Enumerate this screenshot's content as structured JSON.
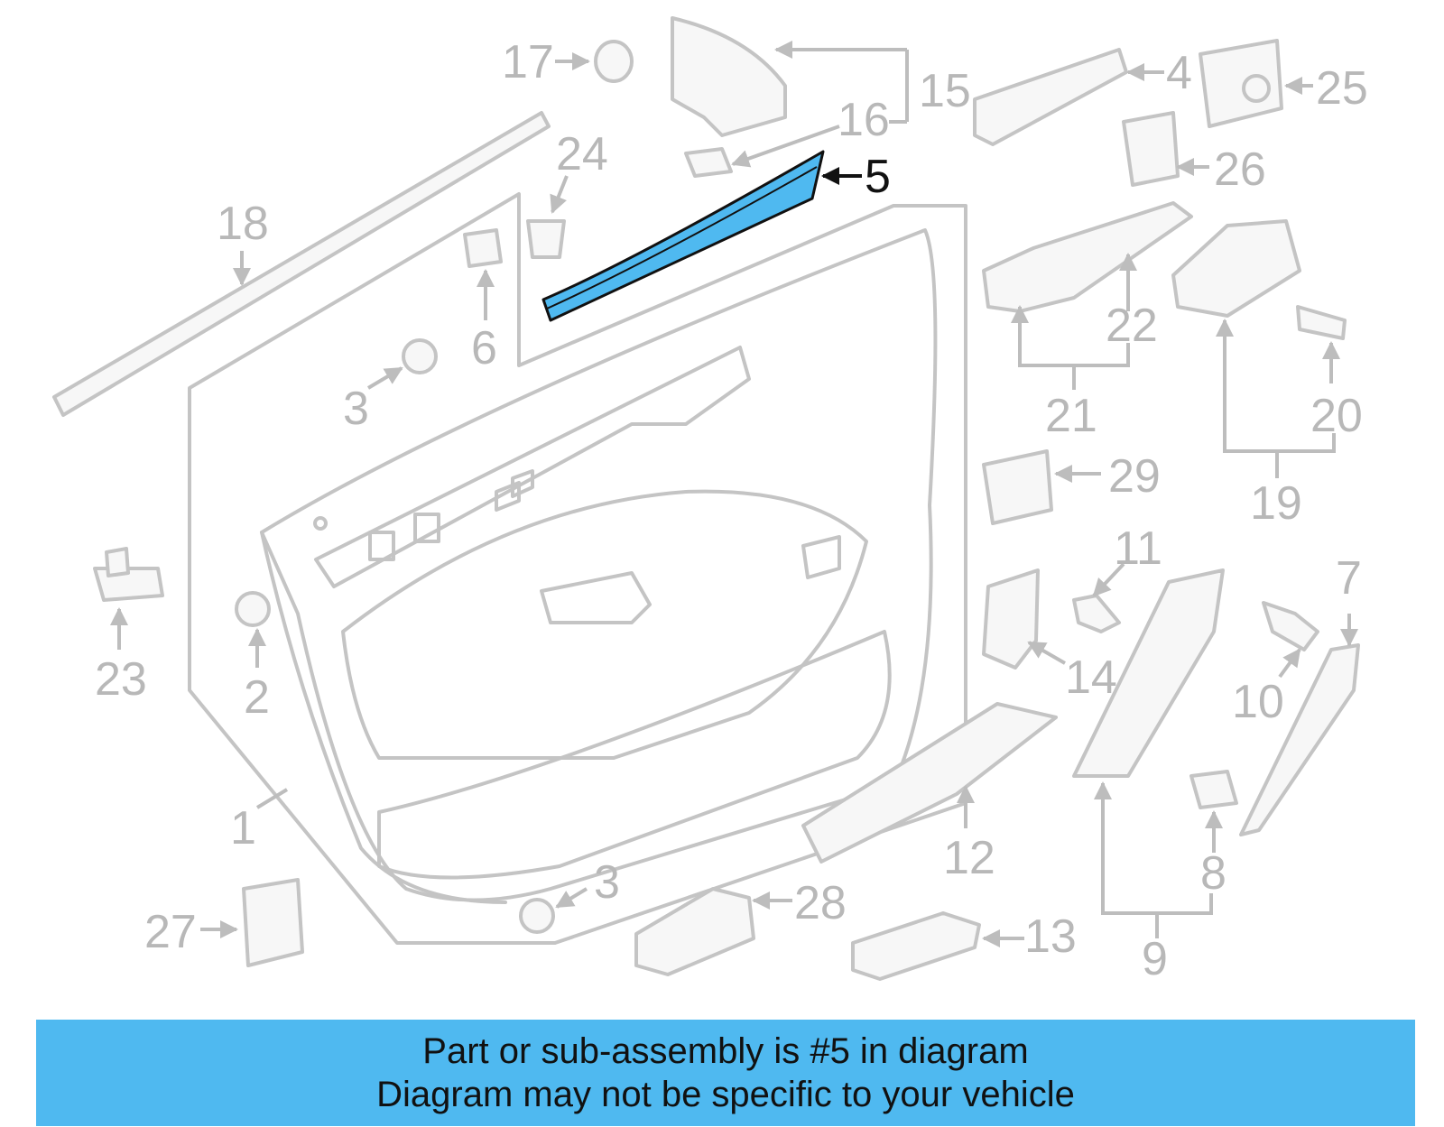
{
  "diagram": {
    "highlight_color": "#4fb9f0",
    "callouts": [
      "17",
      "15",
      "16",
      "4",
      "25",
      "26",
      "5",
      "24",
      "18",
      "6",
      "3",
      "22",
      "21",
      "20",
      "19",
      "29",
      "11",
      "7",
      "14",
      "10",
      "23",
      "2",
      "12",
      "8",
      "1",
      "3",
      "28",
      "13",
      "27",
      "9"
    ],
    "highlighted_callout": "5"
  },
  "banner": {
    "line1": "Part or sub-assembly is #5 in diagram",
    "line2": "Diagram may not be specific to your vehicle",
    "color": "#4fb9f0"
  }
}
